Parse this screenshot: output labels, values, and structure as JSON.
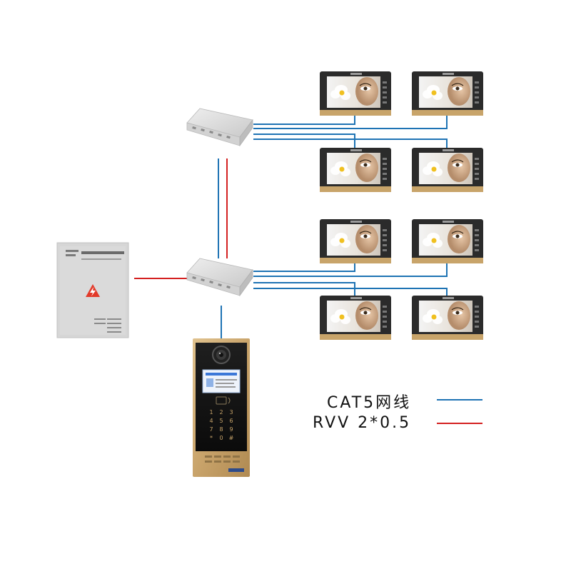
{
  "colors": {
    "cat5_wire": "#1e73b4",
    "rvv_wire": "#d42020",
    "background": "#ffffff",
    "monitor_frame": "#2b2b2b",
    "monitor_trim": "#c8a46a",
    "switch_body": "#dcdcdc",
    "power_box": "#d6d6d6",
    "door_panel_gold": "#c9a46b",
    "door_panel_glass": "#151515"
  },
  "legend": {
    "cat5_label": "CAT5网线",
    "rvv_label": "RVV 2*0.5"
  },
  "icons": {
    "warning": "lightning-warning-icon",
    "camera": "camera-lens-icon",
    "card_reader": "card-reader-icon"
  },
  "keypad": {
    "keys": [
      "1",
      "2",
      "3",
      "4",
      "5",
      "6",
      "7",
      "8",
      "9",
      "*",
      "0",
      "#"
    ]
  }
}
